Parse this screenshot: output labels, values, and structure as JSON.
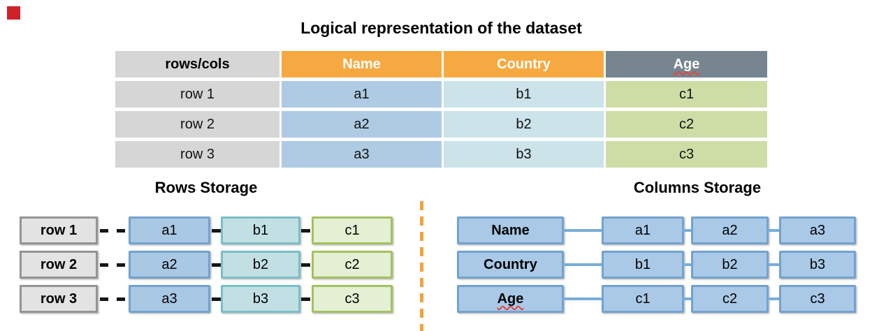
{
  "title": "Logical representation of the dataset",
  "table": {
    "headers": [
      "rows/cols",
      "Name",
      "Country",
      "Age"
    ],
    "rows": [
      {
        "label": "row 1",
        "name": "a1",
        "country": "b1",
        "age": "c1"
      },
      {
        "label": "row 2",
        "name": "a2",
        "country": "b2",
        "age": "c2"
      },
      {
        "label": "row 3",
        "name": "a3",
        "country": "b3",
        "age": "c3"
      }
    ]
  },
  "rows_storage": {
    "title": "Rows Storage",
    "rows": [
      {
        "label": "row 1",
        "cells": [
          "a1",
          "b1",
          "c1"
        ]
      },
      {
        "label": "row 2",
        "cells": [
          "a2",
          "b2",
          "c2"
        ]
      },
      {
        "label": "row 3",
        "cells": [
          "a3",
          "b3",
          "c3"
        ]
      }
    ]
  },
  "columns_storage": {
    "title": "Columns Storage",
    "rows": [
      {
        "label": "Name",
        "cells": [
          "a1",
          "a2",
          "a3"
        ]
      },
      {
        "label": "Country",
        "cells": [
          "b1",
          "b2",
          "b3"
        ]
      },
      {
        "label": "Age",
        "cells": [
          "c1",
          "c2",
          "c3"
        ]
      }
    ]
  },
  "colors": {
    "decoration_red": "#cf2127",
    "header_gray": "#d6d6d6",
    "header_orange": "#f7a941",
    "header_slate": "#76858f",
    "cell_name_blue": "#aecbe3",
    "cell_country_cyan": "#cbe3e9",
    "cell_age_green": "#cedda6",
    "storage_label_gray": "#e3e3e3",
    "storage_blue_fill": "#a9c9e7",
    "storage_blue_border": "#73a2cf",
    "storage_cyan_fill": "#c2dfe3",
    "storage_green_fill": "#e4efd3",
    "divider_orange": "#f2a33e",
    "connector_blue": "#7aadd8",
    "connector_black": "#161616",
    "squiggle_red": "#e0483e"
  }
}
